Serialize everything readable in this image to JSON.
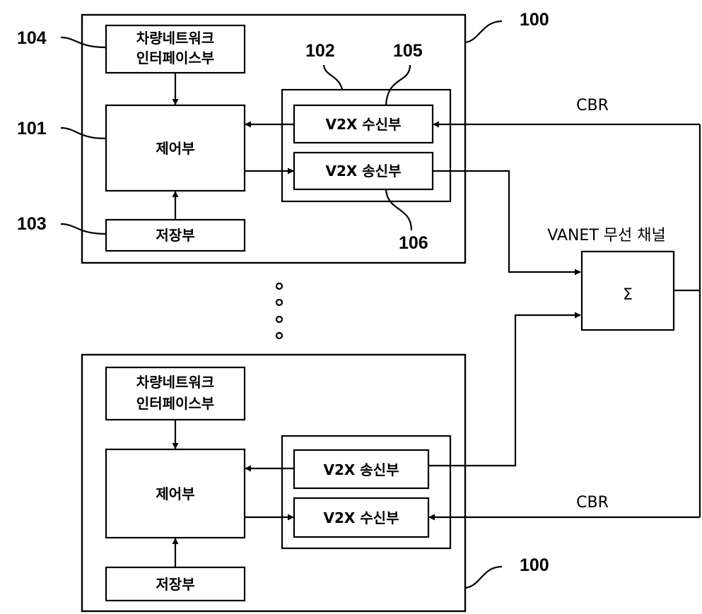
{
  "upper_device": {
    "ref": "100",
    "interface_unit": {
      "line1": "차량네트워크",
      "line2": "인터페이스부",
      "ref": "104"
    },
    "controller": {
      "label": "제어부",
      "ref": "101"
    },
    "storage": {
      "label": "저장부",
      "ref": "103"
    },
    "communicator": {
      "ref": "102"
    },
    "receiver": {
      "label": "V2X 수신부",
      "ref": "105"
    },
    "transmitter": {
      "label": "V2X 송신부",
      "ref": "106"
    }
  },
  "lower_device": {
    "ref": "100",
    "interface_unit": {
      "line1": "차량네트워크",
      "line2": "인터페이스부"
    },
    "controller": {
      "label": "제어부"
    },
    "storage": {
      "label": "저장부"
    },
    "transmitter": {
      "label": "V2X 송신부"
    },
    "receiver": {
      "label": "V2X 수신부"
    }
  },
  "channel": {
    "title": "VANET 무선 채널",
    "symbol": "Σ"
  },
  "signals": {
    "upper_cbr": "CBR",
    "lower_cbr": "CBR"
  }
}
